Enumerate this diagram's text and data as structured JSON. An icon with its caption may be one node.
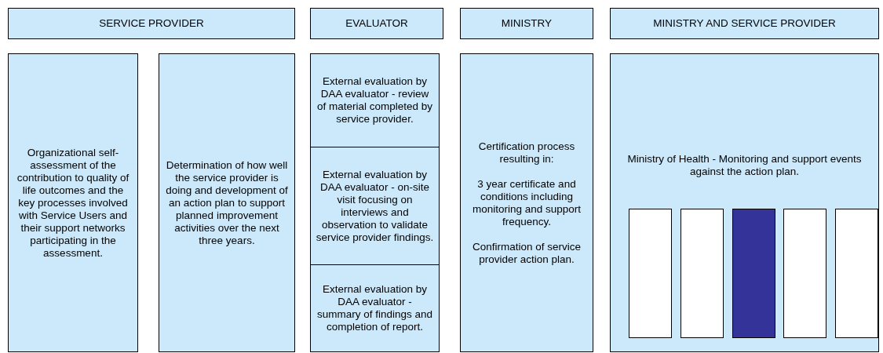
{
  "diagram": {
    "nodes": [
      {
        "text": [
          "SERVICE PROVIDER"
        ]
      },
      {
        "text": [
          "EVALUATOR"
        ]
      },
      {
        "text": [
          "MINISTRY"
        ]
      },
      {
        "text": [
          "MINISTRY AND SERVICE PROVIDER"
        ]
      },
      {
        "text": [
          "Organizational self-assessment of the contribution to quality of life outcomes and the key processes involved with Service Users and their support networks participating in the assessment."
        ]
      },
      {
        "text": [
          "Determination of how well the service provider is doing and development of an action plan to support planned improvement activities over the next three years."
        ]
      },
      {
        "text": [
          "External evaluation by DAA evaluator - review of material completed by service provider."
        ]
      },
      {
        "text": [
          "External evaluation by DAA evaluator - on-site visit focusing on interviews and observation to validate service provider findings."
        ]
      },
      {
        "text": [
          "External evaluation by DAA evaluator - summary of findings and completion of report."
        ]
      },
      {
        "text": [
          "Certification process resulting in:",
          "3 year certificate and conditions including monitoring and support frequency.",
          "Confirmation of service provider action plan."
        ]
      },
      {
        "text": [
          "Ministry of Health - Monitoring and support events against the action plan."
        ]
      },
      {
        "text": [],
        "shape": "bar",
        "in": 10
      },
      {
        "text": [],
        "shape": "bar",
        "in": 10
      },
      {
        "text": [],
        "shape": "bar",
        "in": 10
      },
      {
        "text": [],
        "shape": "bar",
        "in": 10
      },
      {
        "text": [],
        "shape": "bar",
        "in": 10
      }
    ],
    "edges": []
  }
}
